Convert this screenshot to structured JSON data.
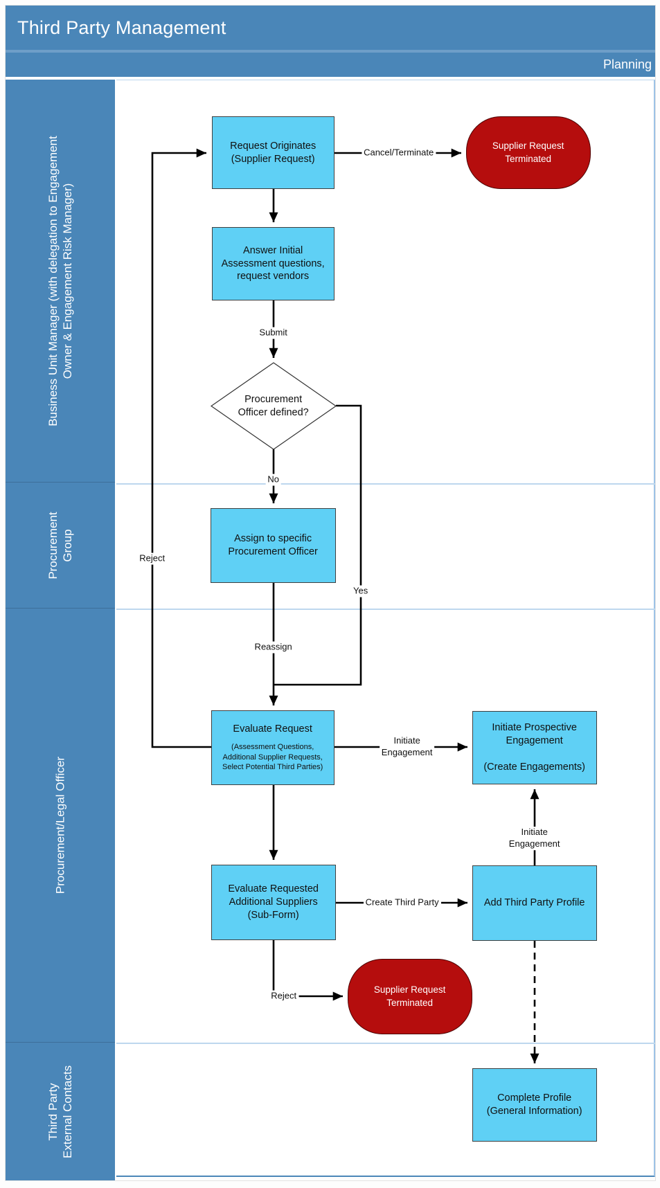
{
  "header": {
    "title": "Third Party Management",
    "phase": "Planning"
  },
  "lanes": [
    {
      "label": "Business Unit Manager (with delegation to Engagement\nOwner & Engagement Risk Manager)"
    },
    {
      "label": "Procurement\nGroup"
    },
    {
      "label": "Procurement/Legal Officer"
    },
    {
      "label": "Third Party\nExternal Contacts"
    }
  ],
  "nodes": {
    "request_originates": {
      "text": "Request Originates\n(Supplier Request)"
    },
    "supplier_terminated_1": {
      "text": "Supplier Request\nTerminated"
    },
    "answer_initial": {
      "text": "Answer Initial\nAssessment questions,\nrequest vendors"
    },
    "procurement_officer_defined": {
      "text": "Procurement\nOfficer defined?"
    },
    "assign_officer": {
      "text": "Assign to specific\nProcurement Officer"
    },
    "evaluate_request": {
      "title": "Evaluate Request",
      "sub": "(Assessment Questions,\nAdditional Supplier Requests,\nSelect Potential Third Parties)"
    },
    "initiate_prospective": {
      "text": "Initiate Prospective\nEngagement\n\n(Create Engagements)"
    },
    "evaluate_requested": {
      "text": "Evaluate Requested\nAdditional Suppliers\n(Sub-Form)"
    },
    "add_third_party": {
      "text": "Add Third Party Profile"
    },
    "supplier_terminated_2": {
      "text": "Supplier Request\nTerminated"
    },
    "complete_profile": {
      "text": "Complete Profile\n(General Information)"
    }
  },
  "edges": {
    "cancel_terminate": "Cancel/Terminate",
    "submit": "Submit",
    "no": "No",
    "yes": "Yes",
    "reject_top": "Reject",
    "reassign": "Reassign",
    "initiate_engagement_1": "Initiate\nEngagement",
    "create_third_party": "Create Third Party",
    "initiate_engagement_2": "Initiate\nEngagement",
    "reject_bottom": "Reject"
  },
  "colors": {
    "header_blue": "#4A86B8",
    "lane_divider": "#3D6E99",
    "content_lane_line": "#BDD7EE",
    "process_fill": "#5FD0F5",
    "process_border": "#3F3F3F",
    "terminator_fill": "#B50D0D",
    "terminator_text": "#FFFFFF",
    "connector": "#000000"
  }
}
